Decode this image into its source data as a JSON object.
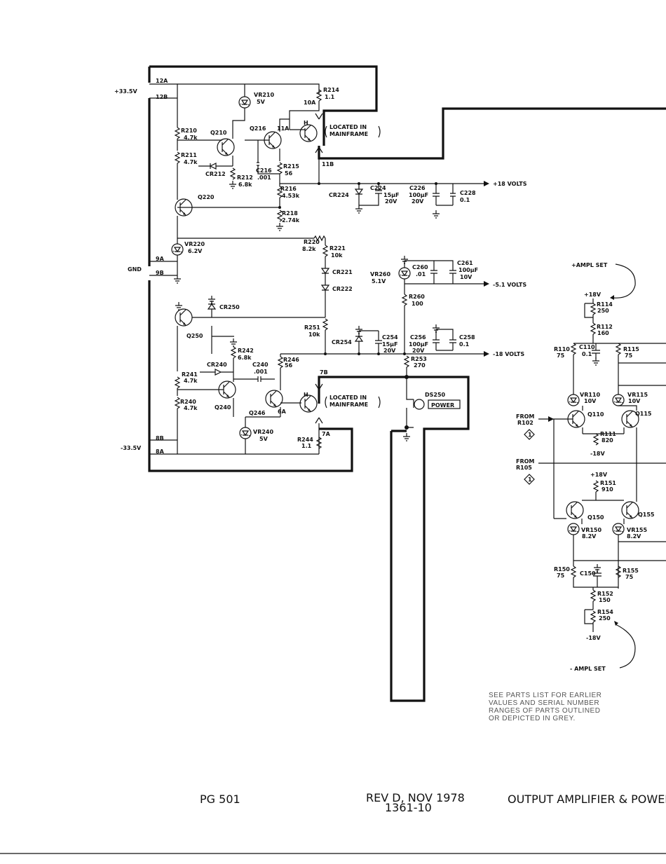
{
  "supply": {
    "pos_in": "+33.5V",
    "neg_in": "-33.5V",
    "gnd": "GND",
    "pins": {
      "p12A": "12A",
      "p12B": "12B",
      "p9A": "9A",
      "p9B": "9B",
      "p8B": "8B",
      "p8A": "8A",
      "p10A": "10A",
      "p11A": "11A",
      "p11B": "11B",
      "p7B": "7B",
      "p6A": "6A",
      "p7A": "7A"
    }
  },
  "pos_reg": {
    "vr210": "VR210",
    "vr210_v": "5V",
    "r214": "R214",
    "r214_v": "1.1",
    "r210": "R210",
    "r210_v": "4.7k",
    "q210": "Q210",
    "r211": "R211",
    "r211_v": "4.7k",
    "cr212": "CR212",
    "r212": "R212",
    "r212_v": "6.8k",
    "c216": "C216",
    "c216_v": ".001",
    "r215": "R215",
    "r215_v": "56",
    "q216": "Q216",
    "r216": "R216",
    "r216_v": "4.53k",
    "r218": "R218",
    "r218_v": "2.74k",
    "q220": "Q220",
    "vr220": "VR220",
    "vr220_v": "6.2V",
    "r220": "R220",
    "r220_v": "8.2k",
    "r221": "R221",
    "r221_v": "10k",
    "cr221": "CR221",
    "cr222": "CR222",
    "cr224": "CR224",
    "c224": "C224",
    "c224_v1": "15µF",
    "c224_v2": "20V",
    "c226": "C226",
    "c226_v1": "100µF",
    "c226_v2": "20V",
    "c228": "C228",
    "c228_v": "0.1",
    "out": "+18 VOLTS",
    "located1": "LOCATED IN",
    "located2": "MAINFRAME",
    "h": "H"
  },
  "mid_reg": {
    "vr260": "VR260",
    "vr260_v": "5.1V",
    "c260": "C260",
    "c260_v": ".01",
    "c261": "C261",
    "c261_v1": "100µF",
    "c261_v2": "10V",
    "r260": "R260",
    "r260_v": "100",
    "out": "-5.1 VOLTS"
  },
  "neg_reg": {
    "cr250": "CR250",
    "q250": "Q250",
    "r251": "R251",
    "r251_v": "10k",
    "cr254": "CR254",
    "c254": "C254",
    "c254_v1": "15µF",
    "c254_v2": "20V",
    "c256": "C256",
    "c256_v1": "100µF",
    "c256_v2": "20V",
    "c258": "C258",
    "c258_v": "0.1",
    "out": "-18 VOLTS",
    "r242": "R242",
    "r242_v": "6.8k",
    "cr240": "CR240",
    "c240": "C240",
    "c240_v": ".001",
    "r246": "R246",
    "r246_v": "56",
    "r241": "R241",
    "r241_v": "4.7k",
    "r240": "R240",
    "r240_v": "4.7k",
    "q240": "Q240",
    "q246": "Q246",
    "vr240": "VR240",
    "vr240_v": "5V",
    "r244": "R244",
    "r244_v": "1.1",
    "r253": "R253",
    "r253_v": "270",
    "ds250": "DS250",
    "power": "POWER"
  },
  "amp": {
    "ampl_set_pos": "+AMPL SET",
    "ampl_set_neg": "- AMPL SET",
    "p18v": "+18V",
    "m18v": "-18V",
    "r114": "R114",
    "r114_v": "250",
    "r112": "R112",
    "r112_v": "160",
    "r110": "R110",
    "r110_v": "75",
    "c110": "C110",
    "c110_v": "0.1",
    "r115": "R115",
    "r115_v": "75",
    "vr110": "VR110",
    "vr110_v": "10V",
    "vr115": "VR115",
    "vr115_v": "10V",
    "q110": "Q110",
    "q115": "Q115",
    "from": "FROM",
    "r102": "R102",
    "r105": "R105",
    "marker": "1",
    "r111": "R111",
    "r111_v": "820",
    "r151": "R151",
    "r151_v": "910",
    "q150": "Q150",
    "q155": "Q155",
    "vr150": "VR150",
    "vr150_v": "8.2V",
    "vr155": "VR155",
    "vr155_v": "8.2V",
    "r150": "R150",
    "r150_v": "75",
    "c150": "C150",
    "r155": "R155",
    "r155_v": "75",
    "r152": "R152",
    "r152_v": "150",
    "r154": "R154",
    "r154_v": "250"
  },
  "note": {
    "l1": "SEE PARTS LIST FOR EARLIER",
    "l2": "VALUES AND SERIAL NUMBER",
    "l3": "RANGES OF PARTS OUTLINED",
    "l4": "OR DEPICTED IN GREY."
  },
  "footer": {
    "model": "PG 501",
    "rev": "REV D, NOV 1978",
    "num": "1361-10",
    "title": "OUTPUT AMPLIFIER & POWER S"
  }
}
